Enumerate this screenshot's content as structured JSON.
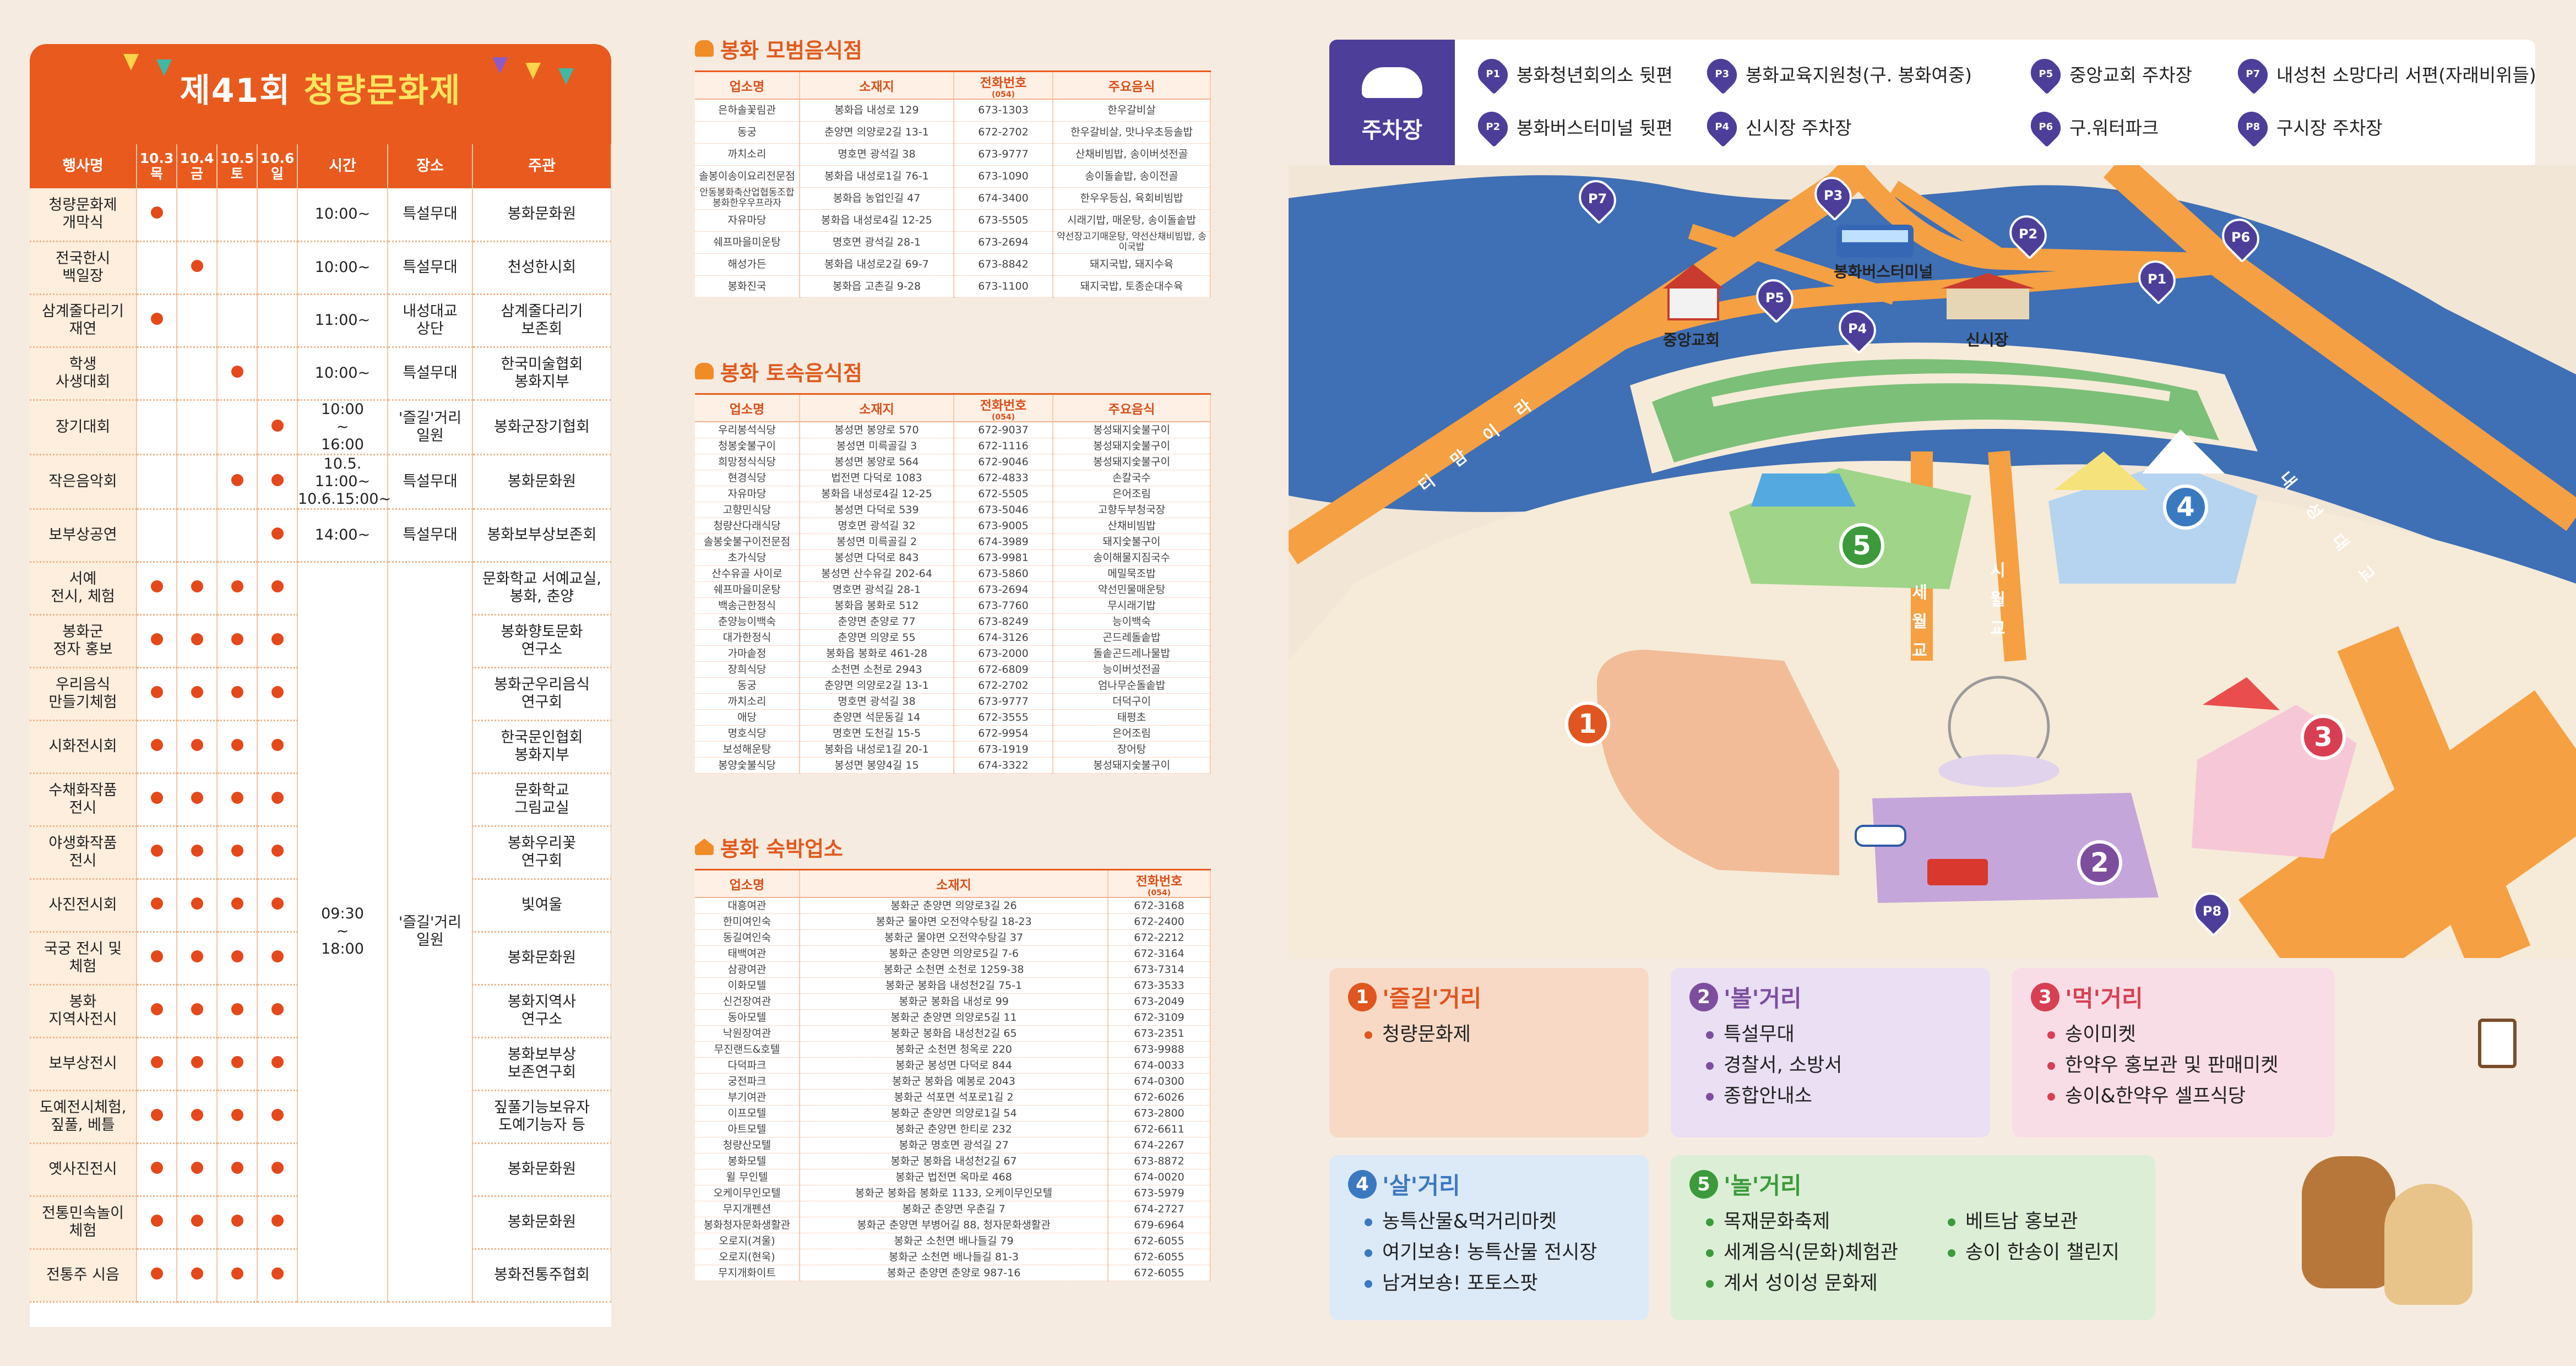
{
  "schedule": {
    "title_prefix": "제41회 ",
    "title_main": "청량문화제",
    "headers": {
      "event": "행사명",
      "d1": "10.3\n목",
      "d2": "10.4\n금",
      "d3": "10.5\n토",
      "d4": "10.6\n일",
      "time": "시간",
      "place": "장소",
      "host": "주관"
    },
    "rows": [
      {
        "event": "청량문화제\n개막식",
        "days": [
          1,
          0,
          0,
          0
        ],
        "time": "10:00~",
        "place": "특설무대",
        "host": "봉화문화원"
      },
      {
        "event": "전국한시\n백일장",
        "days": [
          0,
          1,
          0,
          0
        ],
        "time": "10:00~",
        "place": "특설무대",
        "host": "천성한시회"
      },
      {
        "event": "삼계줄다리기\n재연",
        "days": [
          1,
          0,
          0,
          0
        ],
        "time": "11:00~",
        "place": "내성대교\n상단",
        "host": "삼계줄다리기\n보존회"
      },
      {
        "event": "학생\n사생대회",
        "days": [
          0,
          0,
          1,
          0
        ],
        "time": "10:00~",
        "place": "특설무대",
        "host": "한국미술협회\n봉화지부"
      },
      {
        "event": "장기대회",
        "days": [
          0,
          0,
          0,
          1
        ],
        "time": "10:00\n~\n16:00",
        "place": "'즐길'거리\n일원",
        "host": "봉화군장기협회"
      },
      {
        "event": "작은음악회",
        "days": [
          0,
          0,
          1,
          1
        ],
        "time": "10.5. 11:00~\n10.6.15:00~",
        "place": "특설무대",
        "host": "봉화문화원"
      },
      {
        "event": "보부상공연",
        "days": [
          0,
          0,
          0,
          1
        ],
        "time": "14:00~",
        "place": "특설무대",
        "host": "봉화보부상보존회"
      },
      {
        "event": "서예\n전시, 체험",
        "days": [
          1,
          1,
          1,
          1
        ],
        "time": "",
        "place": "",
        "host": "문화학교 서예교실,\n봉화, 춘양"
      },
      {
        "event": "봉화군\n정자 홍보",
        "days": [
          1,
          1,
          1,
          1
        ],
        "time": "",
        "place": "",
        "host": "봉화향토문화\n연구소"
      },
      {
        "event": "우리음식\n만들기체험",
        "days": [
          1,
          1,
          1,
          1
        ],
        "time": "",
        "place": "",
        "host": "봉화군우리음식\n연구회"
      },
      {
        "event": "시화전시회",
        "days": [
          1,
          1,
          1,
          1
        ],
        "time": "",
        "place": "",
        "host": "한국문인협회\n봉화지부"
      },
      {
        "event": "수채화작품\n전시",
        "days": [
          1,
          1,
          1,
          1
        ],
        "time": "",
        "place": "",
        "host": "문화학교\n그림교실"
      },
      {
        "event": "야생화작품\n전시",
        "days": [
          1,
          1,
          1,
          1
        ],
        "time": "",
        "place": "",
        "host": "봉화우리꽃\n연구회"
      },
      {
        "event": "사진전시회",
        "days": [
          1,
          1,
          1,
          1
        ],
        "time": "",
        "place": "",
        "host": "빛여울"
      },
      {
        "event": "국궁 전시 및\n체험",
        "days": [
          1,
          1,
          1,
          1
        ],
        "time": "",
        "place": "",
        "host": "봉화문화원"
      },
      {
        "event": "봉화\n지역사전시",
        "days": [
          1,
          1,
          1,
          1
        ],
        "time": "",
        "place": "",
        "host": "봉화지역사\n연구소"
      },
      {
        "event": "보부상전시",
        "days": [
          1,
          1,
          1,
          1
        ],
        "time": "",
        "place": "",
        "host": "봉화보부상\n보존연구회"
      },
      {
        "event": "도예전시체험,\n짚풀, 베틀",
        "days": [
          1,
          1,
          1,
          1
        ],
        "time": "",
        "place": "",
        "host": "짚풀기능보유자\n도예기능자 등"
      },
      {
        "event": "옛사진전시",
        "days": [
          1,
          1,
          1,
          1
        ],
        "time": "",
        "place": "",
        "host": "봉화문화원"
      },
      {
        "event": "전통민속놀이\n체험",
        "days": [
          1,
          1,
          1,
          1
        ],
        "time": "",
        "place": "",
        "host": "봉화문화원"
      },
      {
        "event": "전통주 시음",
        "days": [
          1,
          1,
          1,
          1
        ],
        "time": "",
        "place": "",
        "host": "봉화전통주협회"
      }
    ],
    "merged_time": "09:30\n~\n18:00",
    "merged_place": "'즐길'거리\n일원"
  },
  "model_restaurants": {
    "title": "봉화 모범음식점",
    "headers": [
      "업소명",
      "소재지",
      "전화번호",
      "주요음식"
    ],
    "phone_sub": "(054)",
    "rows": [
      [
        "은하솔꽃림관",
        "봉화읍 내성로 129",
        "673-1303",
        "한우갈비살"
      ],
      [
        "동궁",
        "춘양면 의양로2길 13-1",
        "672-2702",
        "한우갈비살, 맛나우초등솔밥"
      ],
      [
        "까치소리",
        "명호면 광석길 38",
        "673-9777",
        "산채비빔밥, 송이버섯전골"
      ],
      [
        "솔봉이송이요리전문점",
        "봉화읍 내성로1길 76-1",
        "673-1090",
        "송이돌솥밥, 송이전골"
      ],
      [
        "안동봉화축산업협동조합 봉화한우우프라자",
        "봉화읍 농업인길 47",
        "674-3400",
        "한우우등심, 육회비빔밥"
      ],
      [
        "자유마당",
        "봉화읍 내성로4길 12-25",
        "673-5505",
        "시래기밥, 매운탕, 송이돌솥밥"
      ],
      [
        "쉐프마을미운탕",
        "명호면 광석길 28-1",
        "673-2694",
        "약선장고기매운탕, 약선산채비빔밥, 송이국밥"
      ],
      [
        "해성가든",
        "봉화읍 내성로2길 69-7",
        "673-8842",
        "돼지국밥, 돼지수육"
      ],
      [
        "봉화진국",
        "봉화읍 고촌길 9-28",
        "673-1100",
        "돼지국밥, 토종순대수육"
      ]
    ]
  },
  "local_restaurants": {
    "title": "봉화 토속음식점",
    "headers": [
      "업소명",
      "소재지",
      "전화번호",
      "주요음식"
    ],
    "phone_sub": "(054)",
    "rows": [
      [
        "우리봉석식당",
        "봉성면 봉양로 570",
        "672-9037",
        "봉성돼지숯불구이"
      ],
      [
        "청봉숯불구이",
        "봉성면 미륵골길 3",
        "672-1116",
        "봉성돼지숯불구이"
      ],
      [
        "희망정식식당",
        "봉성면 봉양로 564",
        "672-9046",
        "봉성돼지숯불구이"
      ],
      [
        "현경식당",
        "법전면 다덕로 1083",
        "672-4833",
        "손칼국수"
      ],
      [
        "자유마당",
        "봉화읍 내성로4길 12-25",
        "672-5505",
        "은어조림"
      ],
      [
        "고향민식당",
        "봉성면 다덕로 539",
        "673-5046",
        "고향두부청국장"
      ],
      [
        "청량산다래식당",
        "명호면 광석길 32",
        "673-9005",
        "산채비빔밥"
      ],
      [
        "솔봉숯불구이전문점",
        "봉성면 미륵골길 2",
        "674-3989",
        "돼지숯불구이"
      ],
      [
        "초가식당",
        "봉성면 다덕로 843",
        "673-9981",
        "송이해물지짐국수"
      ],
      [
        "산수유골 사이로",
        "봉성면 산수유길 202-64",
        "673-5860",
        "메밀묵조밥"
      ],
      [
        "쉐프마을미운탕",
        "명호면 광석길 28-1",
        "673-2694",
        "약선민물매운탕"
      ],
      [
        "백송근한정식",
        "봉화읍 봉화로 512",
        "673-7760",
        "무시래기밥"
      ],
      [
        "춘양능이백숙",
        "춘양면 춘양로 77",
        "673-8249",
        "능이백숙"
      ],
      [
        "대가한정식",
        "춘양면 의양로 55",
        "674-3126",
        "곤드레돌솥밥"
      ],
      [
        "가마솥정",
        "봉화읍 봉화로 461-28",
        "673-2000",
        "돌솥곤드레나물밥"
      ],
      [
        "장희식당",
        "소천면 소천로 2943",
        "672-6809",
        "능이버섯전골"
      ],
      [
        "동궁",
        "춘양면 의양로2길 13-1",
        "672-2702",
        "엄나무순돌솥밥"
      ],
      [
        "까치소리",
        "명호면 광석길 38",
        "673-9777",
        "더덕구이"
      ],
      [
        "애당",
        "춘양면 석문동길 14",
        "672-3555",
        "태평초"
      ],
      [
        "명호식당",
        "명호면 도천길 15-5",
        "672-9954",
        "은어조림"
      ],
      [
        "보성해운탕",
        "봉화읍 내성로1길 20-1",
        "673-1919",
        "장어탕"
      ],
      [
        "봉양숯불식당",
        "봉성면 봉양4길 15",
        "674-3322",
        "봉성돼지숯불구이"
      ]
    ]
  },
  "lodging": {
    "title": "봉화 숙박업소",
    "headers": [
      "업소명",
      "소재지",
      "전화번호"
    ],
    "phone_sub": "(054)",
    "rows": [
      [
        "대흥여관",
        "봉화군 춘양면 의양로3길 26",
        "672-3168"
      ],
      [
        "한미여인숙",
        "봉화군 물야면 오전약수탕길 18-23",
        "672-2400"
      ],
      [
        "동길여인숙",
        "봉화군 물야면 오전약수탕길 37",
        "672-2212"
      ],
      [
        "태백여관",
        "봉화군 춘양면 의양로5길 7-6",
        "672-3164"
      ],
      [
        "삼광여관",
        "봉화군 소천면 소천로 1259-38",
        "673-7314"
      ],
      [
        "이화모텔",
        "봉화군 봉화읍 내성천2길 75-1",
        "673-3533"
      ],
      [
        "신건장여관",
        "봉화군 봉화읍 내성로 99",
        "673-2049"
      ],
      [
        "동아모텔",
        "봉화군 춘양면 의양로5길 11",
        "672-3109"
      ],
      [
        "낙원장여관",
        "봉화군 봉화읍 내성천2길 65",
        "673-2351"
      ],
      [
        "무진랜드&호텔",
        "봉화군 소천면 청옥로 220",
        "673-9988"
      ],
      [
        "다덕파크",
        "봉화군 봉성면 다덕로 844",
        "674-0033"
      ],
      [
        "궁전파크",
        "봉화군 봉화읍 예봉로 2043",
        "674-0300"
      ],
      [
        "부기여관",
        "봉화군 석포면 석포로1길 2",
        "672-6026"
      ],
      [
        "이프모텔",
        "봉화군 춘양면 의양로1길 54",
        "673-2800"
      ],
      [
        "아트모텔",
        "봉화군 춘양면 한티로 232",
        "672-6611"
      ],
      [
        "청량산모텔",
        "봉화군 명호면 광석길 27",
        "674-2267"
      ],
      [
        "봉화모텔",
        "봉화군 봉화읍 내성천2길 67",
        "673-8872"
      ],
      [
        "윌 무인텔",
        "봉화군 법전면 옥마로 468",
        "674-0020"
      ],
      [
        "오케이무인모텔",
        "봉화군 봉화읍 봉화로 1133, 오케이무인모텔",
        "673-5979"
      ],
      [
        "무지개펜션",
        "봉화군 춘양면 우춘길 7",
        "674-2727"
      ],
      [
        "봉화청자문화생활관",
        "봉화군 춘양면 부병어길 88, 청자문화생활관",
        "679-6964"
      ],
      [
        "오로지(겨울)",
        "봉화군 소천면 배나들길 79",
        "672-6055"
      ],
      [
        "오로지(현욱)",
        "봉화군 소천면 배나들길 81-3",
        "672-6055"
      ],
      [
        "무지개화이트",
        "봉화군 춘양면 춘양로 987-16",
        "672-6055"
      ]
    ]
  },
  "parking": {
    "label": "주차장",
    "items": [
      {
        "id": "P1",
        "label": "봉화청년회의소 뒷편"
      },
      {
        "id": "P2",
        "label": "봉화버스터미널 뒷편"
      },
      {
        "id": "P3",
        "label": "봉화교육지원청(구. 봉화여중)"
      },
      {
        "id": "P4",
        "label": "신시장 주차장"
      },
      {
        "id": "P5",
        "label": "중앙교회 주차장"
      },
      {
        "id": "P6",
        "label": "구.워터파크"
      },
      {
        "id": "P7",
        "label": "내성천 소망다리 서편(자래비위들)"
      },
      {
        "id": "P8",
        "label": "구시장 주차장"
      }
    ]
  },
  "map": {
    "terminal": "봉화버스터미널",
    "church": "중앙교회",
    "market": "신시장",
    "roads": {
      "left": "티 맘 이 라",
      "right": "내 성 대 교",
      "bridge1": "세 월 교",
      "bridge2": "시 월 교"
    }
  },
  "zones": [
    {
      "n": "1",
      "name": "'즐길'거리",
      "color": "#e05520",
      "bg": "#f7d9c6",
      "items": [
        "청량문화제"
      ]
    },
    {
      "n": "2",
      "name": "'볼'거리",
      "color": "#7d4e9e",
      "bg": "#eadff3",
      "items": [
        "특설무대",
        "경찰서, 소방서",
        "종합안내소"
      ]
    },
    {
      "n": "3",
      "name": "'먹'거리",
      "color": "#d83f52",
      "bg": "#f9dde6",
      "items": [
        "송이미켓",
        "한약우 홍보관 및 판매미켓",
        "송이&한약우 셀프식당"
      ]
    },
    {
      "n": "4",
      "name": "'살'거리",
      "color": "#3a79c0",
      "bg": "#dce9f7",
      "items": [
        "농특산물&먹거리마켓",
        "여기보숑! 농특산물 전시장",
        "남겨보숑! 포토스팟"
      ]
    },
    {
      "n": "5",
      "name": "'놀'거리",
      "color": "#3c9a3c",
      "bg": "#dcefd6",
      "items": [
        "목재문화축제",
        "세계음식(문화)체험관",
        "계서 성이성 문화제"
      ],
      "items2": [
        "베트남 홍보관",
        "송이 한송이 챌린지"
      ]
    }
  ],
  "colors": {
    "orange": "#e95a1e",
    "purple": "#4d3e9a",
    "road": "#f5a043",
    "river": "#3f6fb5",
    "green": "#7cbf78"
  }
}
